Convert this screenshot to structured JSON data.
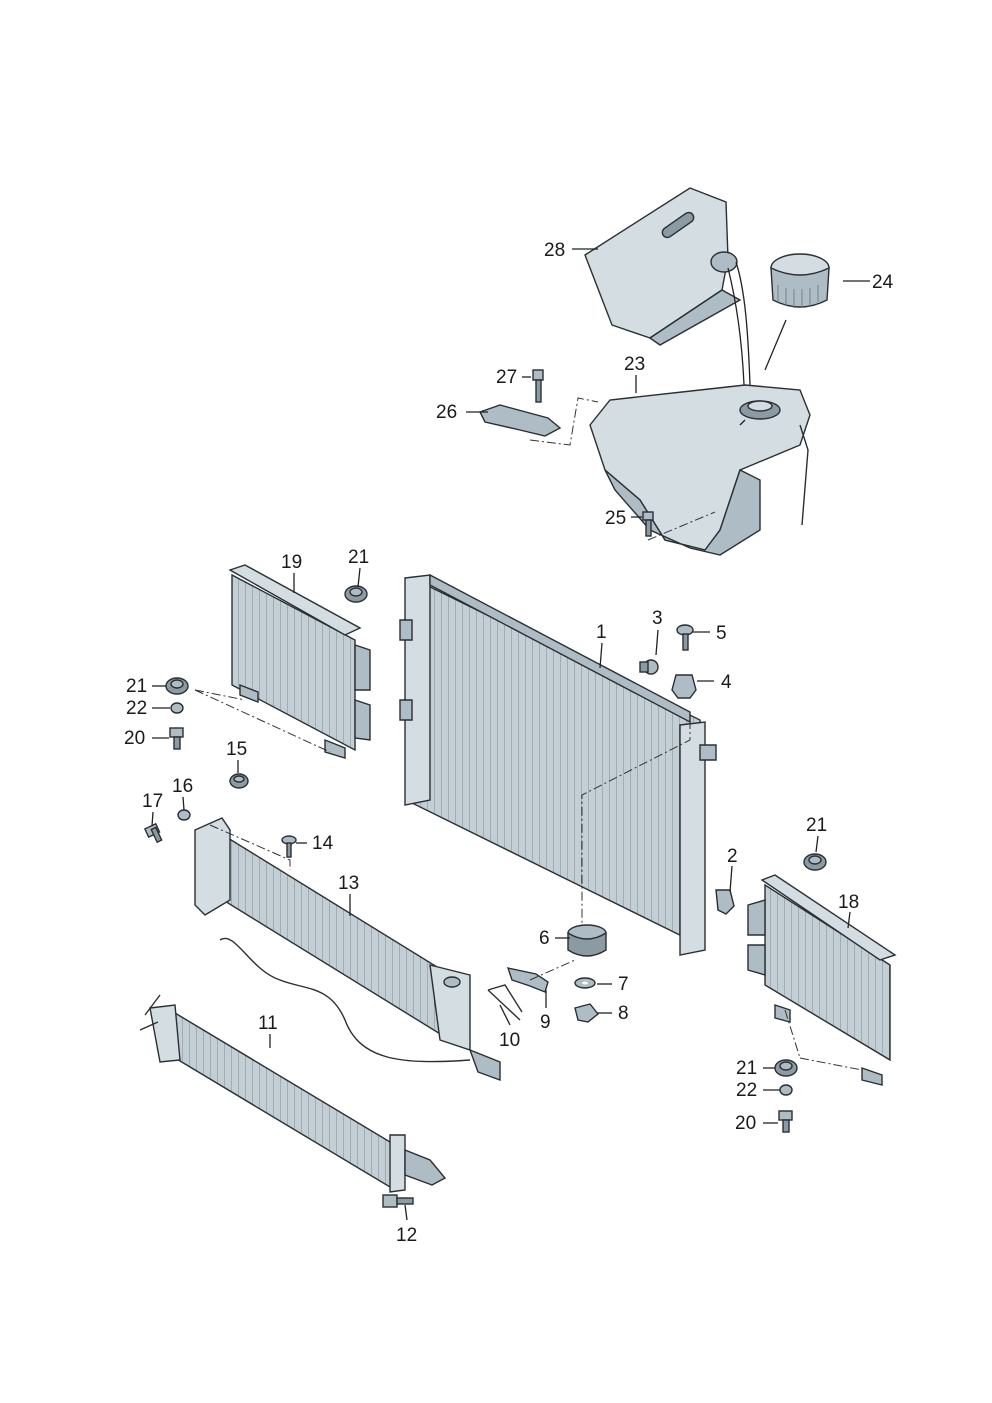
{
  "callouts": {
    "c1": "1",
    "c2": "2",
    "c3": "3",
    "c4": "4",
    "c5": "5",
    "c6": "6",
    "c7": "7",
    "c8": "8",
    "c9": "9",
    "c10": "10",
    "c11": "11",
    "c12": "12",
    "c13": "13",
    "c14": "14",
    "c15": "15",
    "c16": "16",
    "c17": "17",
    "c18": "18",
    "c19": "19",
    "c20a": "20",
    "c20b": "20",
    "c21a": "21",
    "c21b": "21",
    "c21c": "21",
    "c21d": "21",
    "c22a": "22",
    "c22b": "22",
    "c23": "23",
    "c24": "24",
    "c25": "25",
    "c26": "26",
    "c27": "27",
    "c28": "28"
  },
  "colors": {
    "part_light": "#d3dde2",
    "part_mid": "#aebdc5",
    "part_dark": "#8c9ba3",
    "outline": "#2a2f33"
  }
}
